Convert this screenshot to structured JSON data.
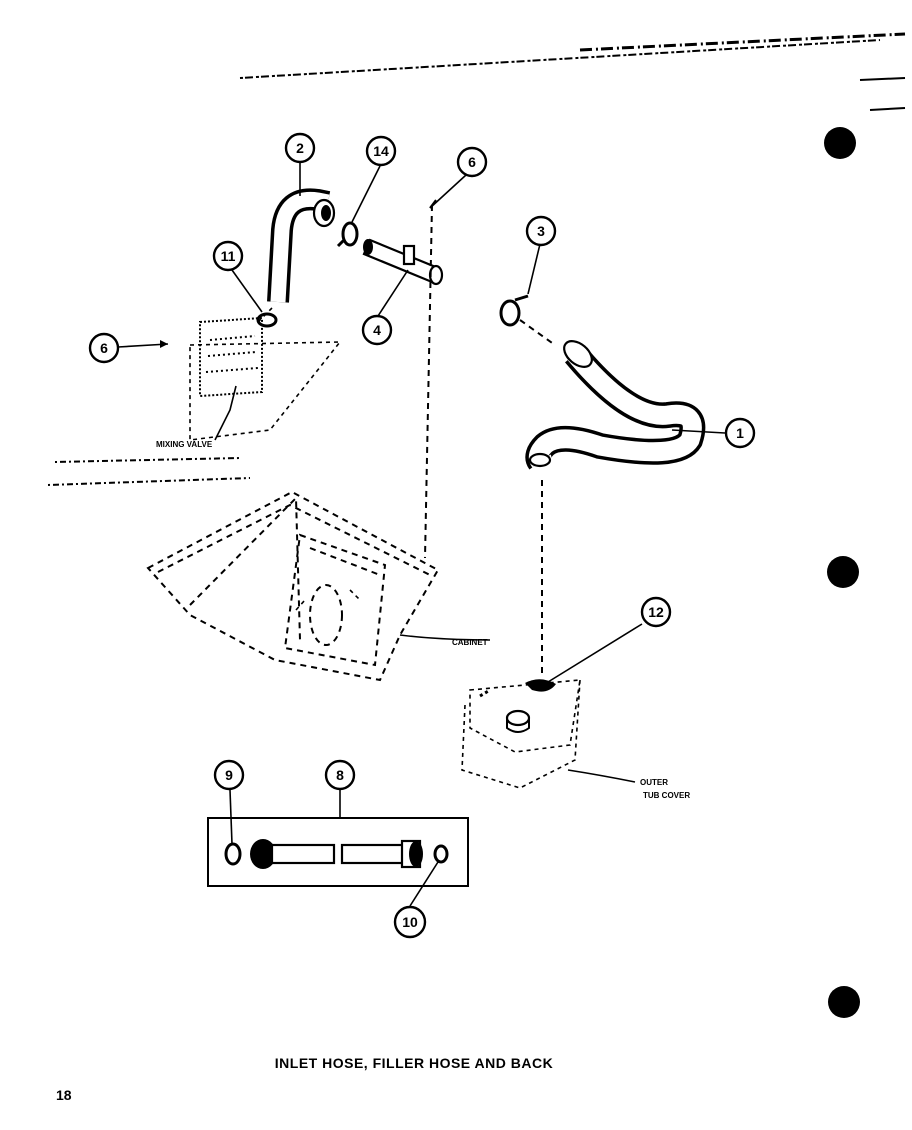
{
  "callouts": {
    "c1": "1",
    "c2": "2",
    "c3": "3",
    "c4": "4",
    "c6a": "6",
    "c6b": "6",
    "c8": "8",
    "c9": "9",
    "c10": "10",
    "c11": "11",
    "c12": "12",
    "c14": "14"
  },
  "labels": {
    "mixing_valve": "MIXING VALVE",
    "cabinet": "CABINET",
    "outer_tub_cover_1": "OUTER",
    "outer_tub_cover_2": "TUB COVER"
  },
  "caption": "INLET HOSE, FILLER HOSE AND BACK",
  "page_number": "18",
  "colors": {
    "ink": "#000000",
    "paper": "#ffffff"
  }
}
